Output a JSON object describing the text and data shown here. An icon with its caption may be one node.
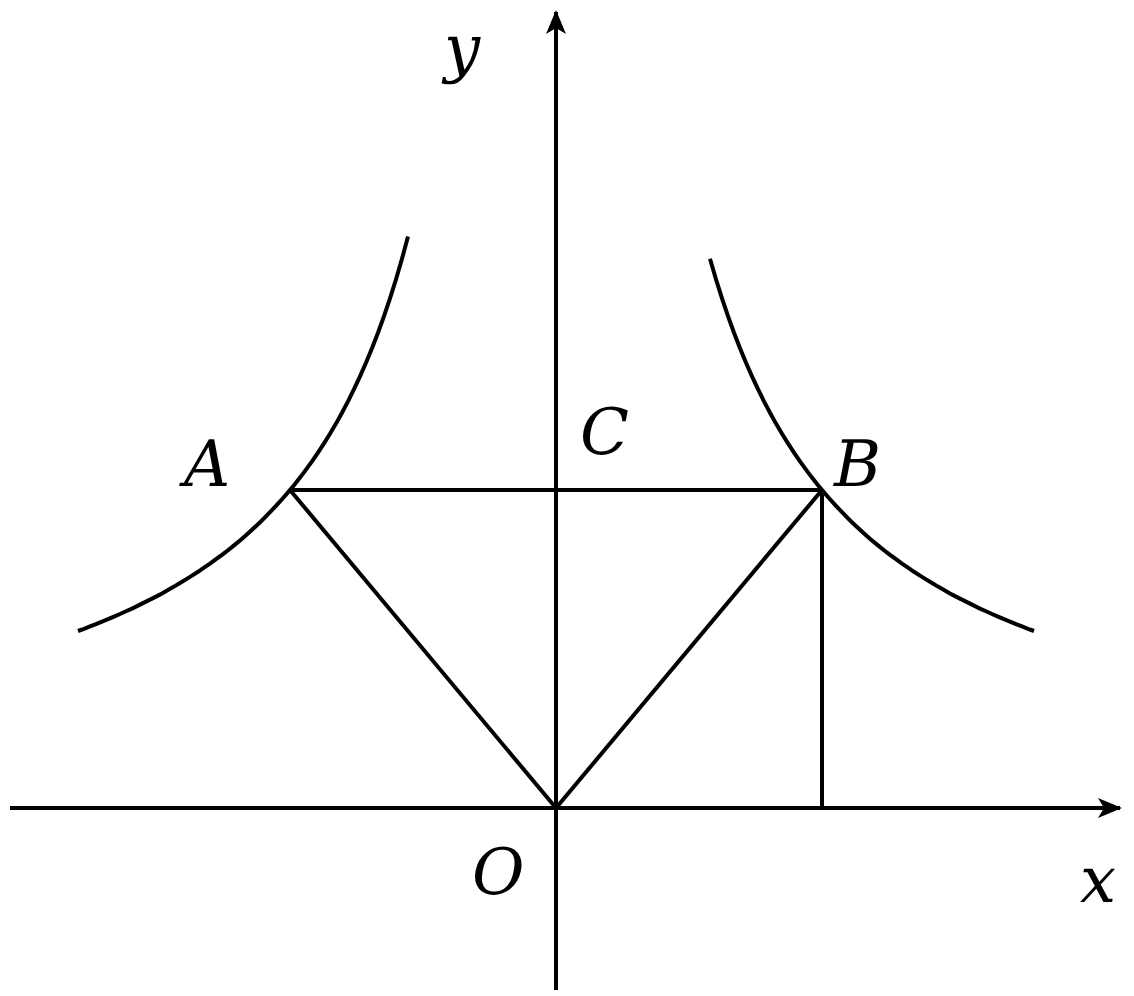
{
  "diagram": {
    "labels": [
      "y",
      "A",
      "C",
      "B",
      "O",
      "x"
    ]
  }
}
